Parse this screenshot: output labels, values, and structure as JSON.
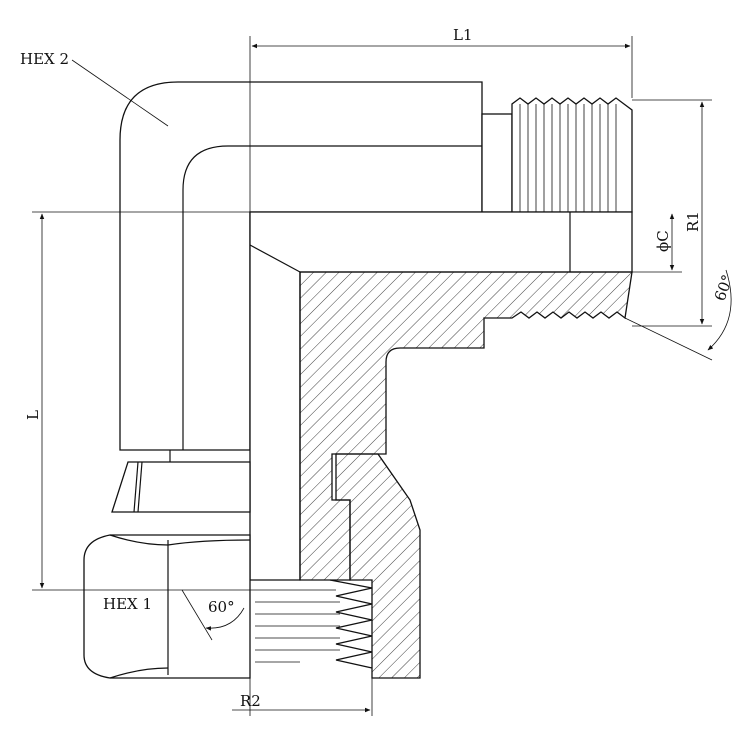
{
  "labels": {
    "hex2": "HEX 2",
    "hex1": "HEX 1",
    "l1": "L1",
    "l": "L",
    "r1": "R1",
    "r2": "R2",
    "phi_c": "ϕC",
    "angle_outer": "60°",
    "angle_inner": "60°"
  },
  "colors": {
    "line": "#111111",
    "background": "#ffffff"
  }
}
